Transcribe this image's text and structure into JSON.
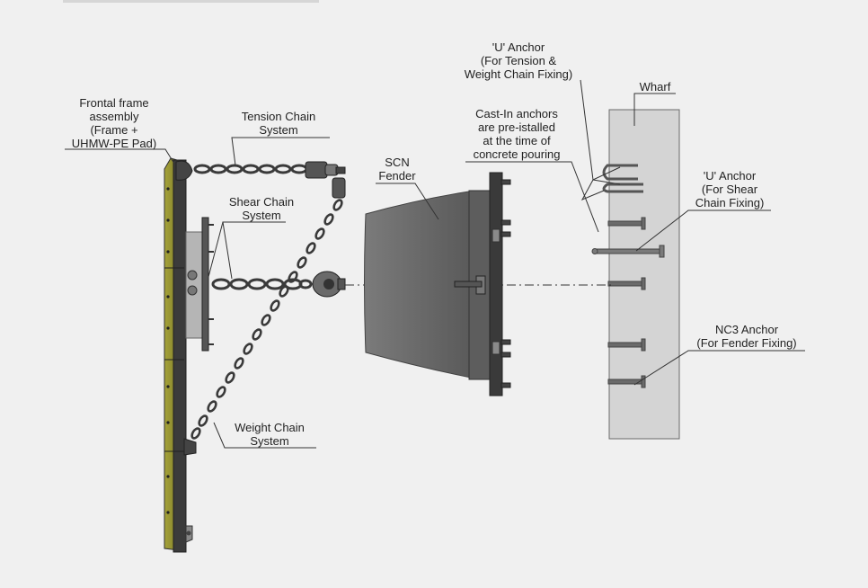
{
  "labels": {
    "frontal_frame": [
      "Frontal frame",
      "assembly",
      "(Frame +",
      "UHMW-PE Pad)"
    ],
    "tension_chain": [
      "Tension Chain",
      "System"
    ],
    "shear_chain": [
      "Shear Chain",
      "System"
    ],
    "weight_chain": [
      "Weight Chain",
      "System"
    ],
    "scn_fender": [
      "SCN",
      "Fender"
    ],
    "cast_in": [
      "Cast-In anchors",
      "are pre-istalled",
      "at the time of",
      "concrete pouring"
    ],
    "u_anchor_tension": [
      "'U' Anchor",
      "(For Tension &",
      "Weight Chain Fixing)"
    ],
    "wharf": "Wharf",
    "u_anchor_shear": [
      "'U' Anchor",
      "(For Shear",
      "Chain Fixing)"
    ],
    "nc3_anchor": [
      "NC3 Anchor",
      "(For Fender Fixing)"
    ]
  },
  "colors": {
    "background": "#f0f0f0",
    "uhmw_pad": "#8d8a2a",
    "steel_dark": "#3a3a3a",
    "fender_body": "#6e6e6e",
    "wharf": "#d4d4d4",
    "leader": "#333333"
  }
}
